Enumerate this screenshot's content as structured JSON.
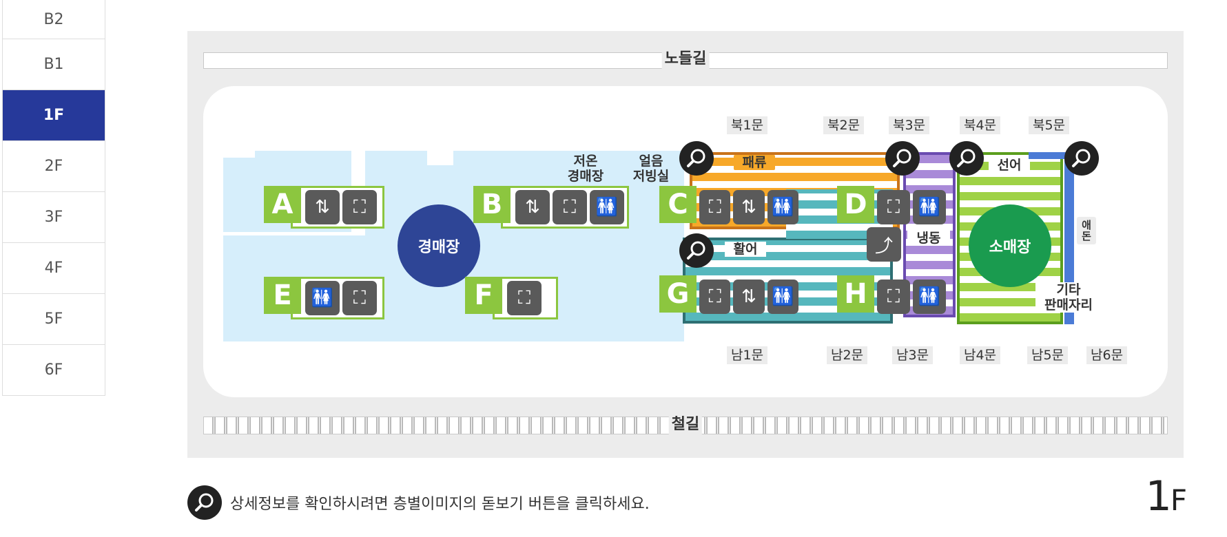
{
  "floors": [
    "B2",
    "B1",
    "1F",
    "2F",
    "3F",
    "4F",
    "5F",
    "6F"
  ],
  "active_floor": "1F",
  "map": {
    "road_top": "노들길",
    "rail_bottom": "철길",
    "north_gates": [
      "북1문",
      "북2문",
      "북3문",
      "북4문",
      "북5문"
    ],
    "south_gates": [
      "남1문",
      "남2문",
      "남3문",
      "남4문",
      "남5문",
      "남6문"
    ],
    "auction_hall": "경매장",
    "retail_hall": "소매장",
    "low_temp_auction": "저온\n경매장",
    "ice_storage": "얼음\n저빙실",
    "zones": {
      "shellfish": "패류",
      "live_fish": "활어",
      "frozen": "냉동",
      "fresh_fish": "선어",
      "other_sales": "기타\n판매자리",
      "side_label": "애\n돈"
    },
    "blocks": [
      "A",
      "B",
      "C",
      "D",
      "E",
      "F",
      "G",
      "H"
    ]
  },
  "footer": {
    "note": "상세정보를 확인하시려면 층별이미지의 돋보기 버튼을 클릭하세요.",
    "floor_number": "1",
    "floor_suffix": "F"
  },
  "colors": {
    "active_floor_bg": "#26399a",
    "auction_circle": "#2e4596",
    "retail_circle": "#1a9b4f",
    "block_green": "#8cc63f",
    "shellfish_orange": "#f7a829",
    "live_fish_teal": "#56b7bd",
    "frozen_purple": "#a98ad8",
    "fresh_fish_green": "#9fd246"
  },
  "icons": {
    "elevator": "elevator-icon",
    "stairs": "stairs-icon",
    "restroom": "restroom-icon",
    "escalator": "escalator-icon",
    "magnifier": "magnifier-icon"
  }
}
